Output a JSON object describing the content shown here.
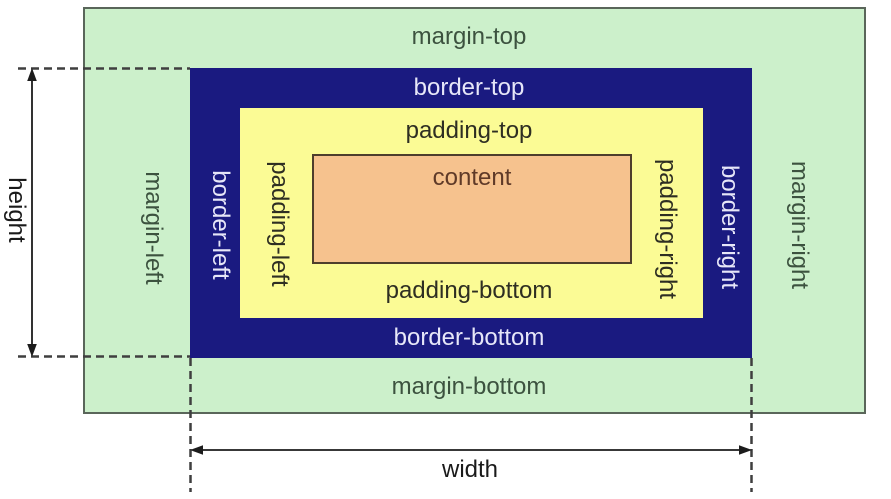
{
  "diagram": {
    "labels": {
      "margin_top": "margin-top",
      "border_top": "border-top",
      "padding_top": "padding-top",
      "content": "content",
      "padding_bottom": "padding-bottom",
      "border_bottom": "border-bottom",
      "margin_bottom": "margin-bottom",
      "margin_left": "margin-left",
      "border_left": "border-left",
      "padding_left": "padding-left",
      "padding_right": "padding-right",
      "border_right": "border-right",
      "margin_right": "margin-right"
    },
    "measurements": {
      "height": "height",
      "width": "width"
    },
    "colors": {
      "margin_bg": "#ccf0cb",
      "border_bg": "#1a1a80",
      "padding_bg": "#fbfb95",
      "content_bg": "#f6c28e",
      "margin_text": "#3c523f",
      "border_text": "#e6e6f8",
      "padding_text": "#2e2e22",
      "content_text": "#5f3a28",
      "outer_outline": "#5a665a",
      "content_outline": "#4e3e2c",
      "guide_line": "#3f3f3f",
      "arrow_line": "#1c1c1c",
      "dimension_text": "#1a1a1a"
    }
  }
}
